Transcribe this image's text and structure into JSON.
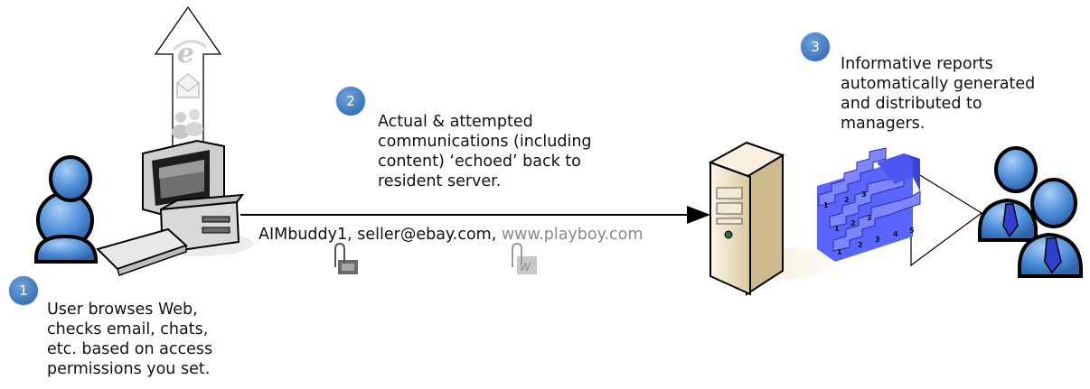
{
  "colors": {
    "badge": "#3b74b8",
    "person_body": "#4f8ed8",
    "report_blocks": "#5a64ff",
    "tie": "#2f3fd0",
    "server_case": "#efe4c8"
  },
  "icons": [
    "ie-browser-icon",
    "envelope-icon",
    "chat-buddies-icon",
    "desktop-computer-icon",
    "user-icon",
    "server-icon",
    "report-stairs-icon",
    "managers-icon",
    "attachment-icon",
    "word-attachment-icon"
  ],
  "steps": [
    {
      "number": "1",
      "text": "User browses Web,\nchecks email, chats,\netc. based on access\npermissions you set."
    },
    {
      "number": "2",
      "text": "Actual & attempted\ncommunications (including\ncontent) ‘echoed’ back to\nresident server."
    },
    {
      "number": "3",
      "text": "Informative reports\nautomatically generated\nand distributed to\nmanagers."
    }
  ],
  "traffic": {
    "part1": "AIMbuddy1, seller@ebay.com, ",
    "part2": "www.playboy.com"
  },
  "report_step_labels": [
    "1",
    "2",
    "3",
    "1",
    "2",
    "3",
    "1",
    "2",
    "3",
    "4",
    "5"
  ]
}
